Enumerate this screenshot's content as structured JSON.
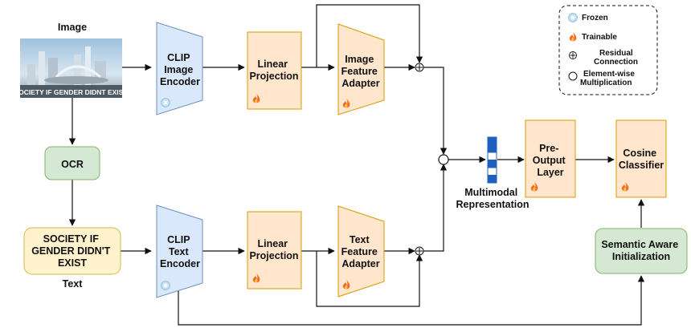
{
  "image_label": "Image",
  "image_caption": "SOCIETY IF GENDER DIDNT EXIST",
  "text_label": "Text",
  "ocr_label": "OCR",
  "text_input_lines": [
    "SOCIETY IF",
    "GENDER DIDN'T",
    "EXIST"
  ],
  "clip_image_lines": [
    "CLIP",
    "Image",
    "Encoder"
  ],
  "clip_text_lines": [
    "CLIP",
    "Text",
    "Encoder"
  ],
  "linear_projection_lines": [
    "Linear",
    "Projection"
  ],
  "image_adapter_lines": [
    "Image",
    "Feature",
    "Adapter"
  ],
  "text_adapter_lines": [
    "Text",
    "Feature",
    "Adapter"
  ],
  "pre_output_lines": [
    "Pre-",
    "Output",
    "Layer"
  ],
  "cosine_lines": [
    "Cosine",
    "Classifier"
  ],
  "semantic_lines": [
    "Semantic Aware",
    "Initialization"
  ],
  "multimodal_lines": [
    "Multimodal",
    "Representation"
  ],
  "legend": {
    "frozen": "Frozen",
    "trainable": "Trainable",
    "residual_lines": [
      "Residual",
      "Connection"
    ],
    "elementwise_lines": [
      "Element-wise",
      "Multiplication"
    ]
  },
  "colors": {
    "clip_fill": "#dae8fc",
    "clip_stroke": "#6c8ebf",
    "trainable_fill": "#ffe6cc",
    "trainable_stroke": "#d79b00",
    "green_fill": "#d5e8d4",
    "green_stroke": "#82b366",
    "yellow_fill": "#fff2cc",
    "yellow_stroke": "#d6b656",
    "vector_blue": "#1f5fbf"
  }
}
